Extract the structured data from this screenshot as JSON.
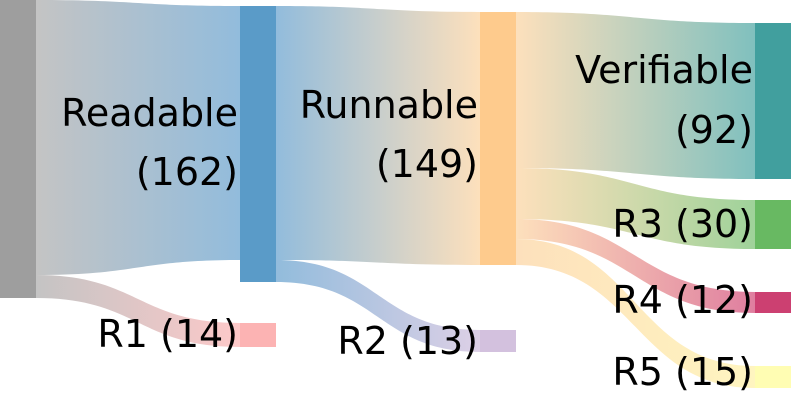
{
  "chart_data": {
    "type": "sankey",
    "title": "",
    "nodes": [
      {
        "id": "source",
        "label": "",
        "value": 176,
        "color": "#9e9e9e"
      },
      {
        "id": "readable",
        "label": "Readable",
        "value_label": "(162)",
        "value": 162,
        "color": "#5a9bc8"
      },
      {
        "id": "r1",
        "label": "R1",
        "value_label": "(14)",
        "value": 14,
        "color": "#fcb3b3"
      },
      {
        "id": "runnable",
        "label": "Runnable",
        "value_label": "(149)",
        "value": 149,
        "color": "#fecb8d"
      },
      {
        "id": "r2",
        "label": "R2",
        "value_label": "(13)",
        "value": 13,
        "color": "#d3c1de"
      },
      {
        "id": "verifiable",
        "label": "Verifiable",
        "value_label": "(92)",
        "value": 92,
        "color": "#419f9e"
      },
      {
        "id": "r3",
        "label": "R3",
        "value_label": "(30)",
        "value": 30,
        "color": "#68b962"
      },
      {
        "id": "r4",
        "label": "R4",
        "value_label": "(12)",
        "value": 12,
        "color": "#cc4071"
      },
      {
        "id": "r5",
        "label": "R5",
        "value_label": "(15)",
        "value": 15,
        "color": "#fffdb3"
      }
    ],
    "links": [
      {
        "source": "source",
        "target": "readable",
        "value": 162
      },
      {
        "source": "source",
        "target": "r1",
        "value": 14
      },
      {
        "source": "readable",
        "target": "runnable",
        "value": 149
      },
      {
        "source": "readable",
        "target": "r2",
        "value": 13
      },
      {
        "source": "runnable",
        "target": "verifiable",
        "value": 92
      },
      {
        "source": "runnable",
        "target": "r3",
        "value": 30
      },
      {
        "source": "runnable",
        "target": "r4",
        "value": 12
      },
      {
        "source": "runnable",
        "target": "r5",
        "value": 15
      }
    ]
  },
  "labels": {
    "readable_name": "Readable",
    "readable_value": "(162)",
    "runnable_name": "Runnable",
    "runnable_value": "(149)",
    "verifiable_name": "Verifiable",
    "verifiable_value": "(92)",
    "r1": "R1 (14)",
    "r2": "R2 (13)",
    "r3": "R3 (30)",
    "r4": "R4 (12)",
    "r5": "R5 (15)"
  }
}
